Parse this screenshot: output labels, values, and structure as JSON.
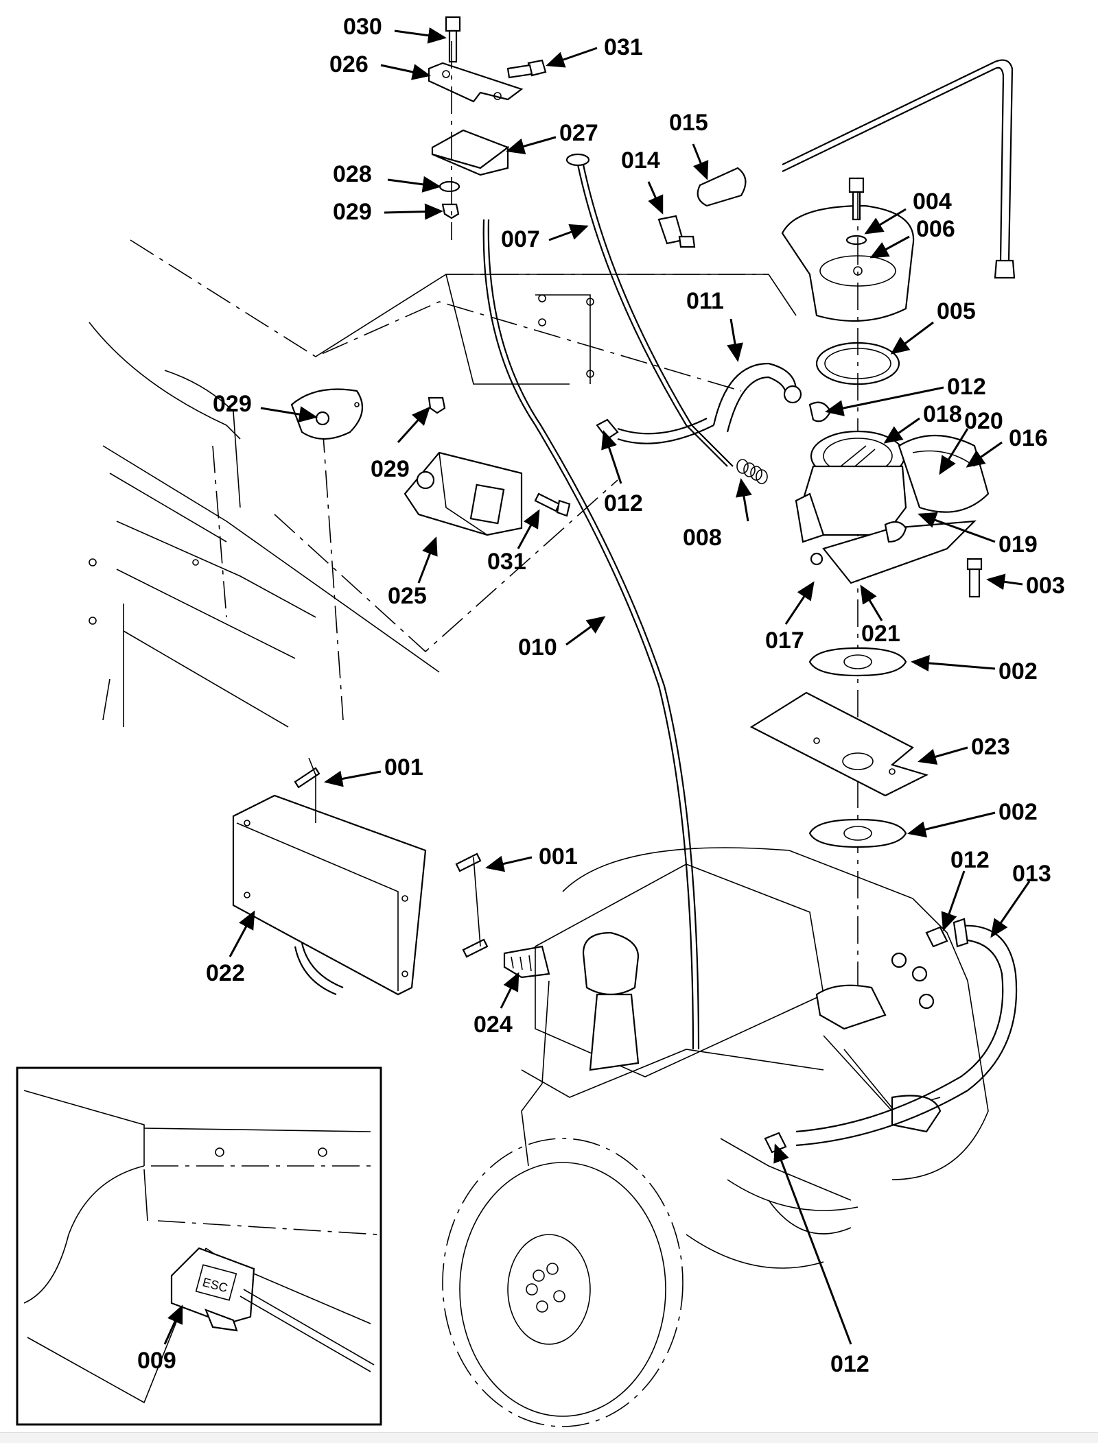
{
  "diagram": {
    "title": "Engine fuel system exploded parts diagram",
    "callouts": [
      {
        "id": "c030",
        "label": "030"
      },
      {
        "id": "c026",
        "label": "026"
      },
      {
        "id": "c031a",
        "label": "031"
      },
      {
        "id": "c027",
        "label": "027"
      },
      {
        "id": "c015",
        "label": "015"
      },
      {
        "id": "c014",
        "label": "014"
      },
      {
        "id": "c028",
        "label": "028"
      },
      {
        "id": "c029a",
        "label": "029"
      },
      {
        "id": "c007",
        "label": "007"
      },
      {
        "id": "c004",
        "label": "004"
      },
      {
        "id": "c006",
        "label": "006"
      },
      {
        "id": "c011",
        "label": "011"
      },
      {
        "id": "c005",
        "label": "005"
      },
      {
        "id": "c029b",
        "label": "029"
      },
      {
        "id": "c012a",
        "label": "012"
      },
      {
        "id": "c018",
        "label": "018"
      },
      {
        "id": "c020",
        "label": "020"
      },
      {
        "id": "c016",
        "label": "016"
      },
      {
        "id": "c029c",
        "label": "029"
      },
      {
        "id": "c012b",
        "label": "012"
      },
      {
        "id": "c008",
        "label": "008"
      },
      {
        "id": "c019",
        "label": "019"
      },
      {
        "id": "c031b",
        "label": "031"
      },
      {
        "id": "c003",
        "label": "003"
      },
      {
        "id": "c025",
        "label": "025"
      },
      {
        "id": "c010",
        "label": "010"
      },
      {
        "id": "c017",
        "label": "017"
      },
      {
        "id": "c021",
        "label": "021"
      },
      {
        "id": "c002a",
        "label": "002"
      },
      {
        "id": "c023",
        "label": "023"
      },
      {
        "id": "c001a",
        "label": "001"
      },
      {
        "id": "c002b",
        "label": "002"
      },
      {
        "id": "c001b",
        "label": "001"
      },
      {
        "id": "c012c",
        "label": "012"
      },
      {
        "id": "c013",
        "label": "013"
      },
      {
        "id": "c022",
        "label": "022"
      },
      {
        "id": "c024",
        "label": "024"
      },
      {
        "id": "c009",
        "label": "009"
      },
      {
        "id": "c012d",
        "label": "012"
      }
    ],
    "inset": {
      "module_text": "ESC",
      "callout": "009"
    }
  }
}
